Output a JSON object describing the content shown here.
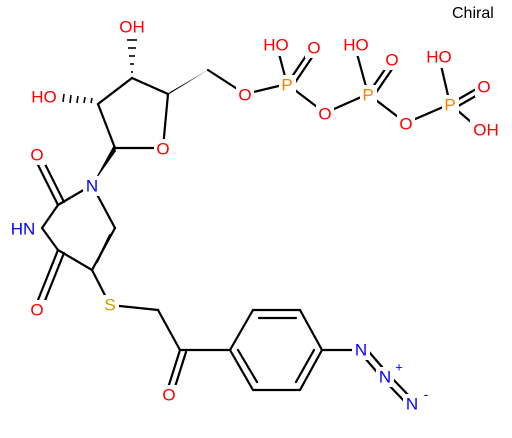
{
  "chiral_label": "Chiral",
  "colors": {
    "bond": "#000000",
    "oxygen": "#ff0000",
    "nitrogen": "#0000ff",
    "sulfur": "#c8a000",
    "phosphorus": "#ff8000"
  },
  "atoms": {
    "oh_c3": "OH",
    "ho_c2": "HO",
    "o_ring": "O",
    "o_5prime": "O",
    "p_alpha": "P",
    "ho_p_alpha": "HO",
    "o_p_alpha": "O",
    "o_bridge_1": "O",
    "p_beta": "P",
    "ho_p_beta": "HO",
    "o_p_beta": "O",
    "o_bridge_2": "O",
    "p_gamma": "P",
    "ho_p_gamma_top": "HO",
    "o_p_gamma": "O",
    "oh_p_gamma": "OH",
    "n1": "N",
    "o_c2": "O",
    "nh": "HN",
    "o_c4": "O",
    "s": "S",
    "o_ketone": "O",
    "n_azide_1": "N",
    "n_azide_2": "N",
    "n_azide_2_charge": "+",
    "n_azide_3": "N",
    "n_azide_3_charge": "-"
  }
}
